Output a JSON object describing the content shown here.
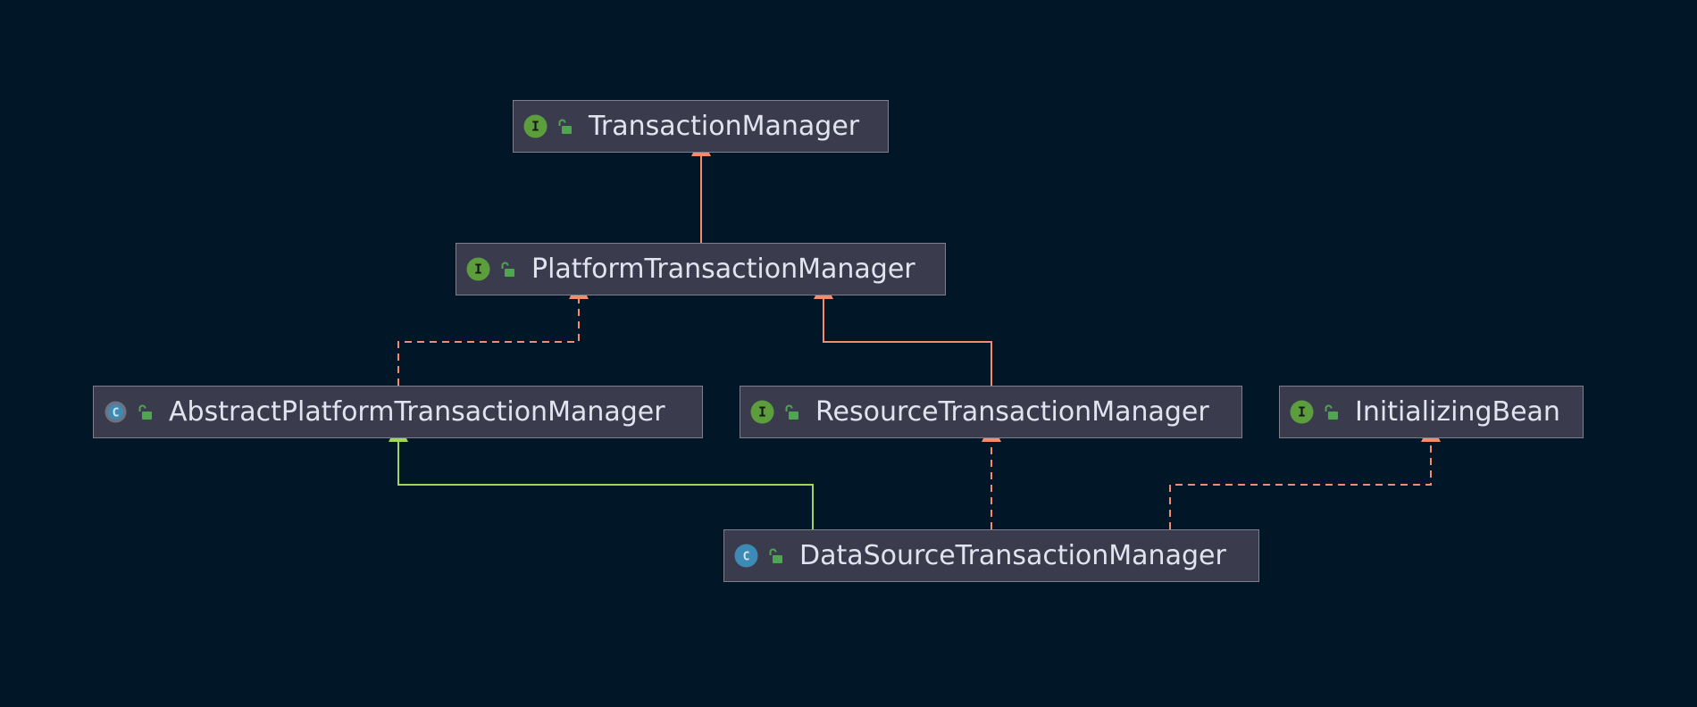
{
  "diagram": {
    "background": "#011627",
    "colors": {
      "interface_realization": "#f38b6c",
      "class_extends": "#a3d45b",
      "interface_badge": "#5c9e3c",
      "class_badge": "#3d8bb5",
      "access_icon": "#4fa650"
    },
    "nodes": [
      {
        "id": "tm",
        "label": "TransactionManager",
        "kind": "interface",
        "kind_letter": "I",
        "kind_icon": "interface-icon",
        "access_icon": "public-unlock-icon"
      },
      {
        "id": "ptm",
        "label": "PlatformTransactionManager",
        "kind": "interface",
        "kind_letter": "I",
        "kind_icon": "interface-icon",
        "access_icon": "public-unlock-icon"
      },
      {
        "id": "aptm",
        "label": "AbstractPlatformTransactionManager",
        "kind": "abstract-class",
        "kind_letter": "C",
        "kind_icon": "abstract-class-icon",
        "access_icon": "public-unlock-icon"
      },
      {
        "id": "rtm",
        "label": "ResourceTransactionManager",
        "kind": "interface",
        "kind_letter": "I",
        "kind_icon": "interface-icon",
        "access_icon": "public-unlock-icon"
      },
      {
        "id": "ib",
        "label": "InitializingBean",
        "kind": "interface",
        "kind_letter": "I",
        "kind_icon": "interface-icon",
        "access_icon": "public-unlock-icon"
      },
      {
        "id": "dstm",
        "label": "DataSourceTransactionManager",
        "kind": "class",
        "kind_letter": "C",
        "kind_icon": "class-icon",
        "access_icon": "public-unlock-icon"
      }
    ],
    "edges": [
      {
        "from": "ptm",
        "to": "tm",
        "relation": "extends",
        "style": "solid"
      },
      {
        "from": "aptm",
        "to": "ptm",
        "relation": "implements",
        "style": "dashed"
      },
      {
        "from": "rtm",
        "to": "ptm",
        "relation": "extends",
        "style": "solid"
      },
      {
        "from": "dstm",
        "to": "aptm",
        "relation": "extends",
        "style": "solid"
      },
      {
        "from": "dstm",
        "to": "rtm",
        "relation": "implements",
        "style": "dashed"
      },
      {
        "from": "dstm",
        "to": "ib",
        "relation": "implements",
        "style": "dashed"
      }
    ]
  }
}
